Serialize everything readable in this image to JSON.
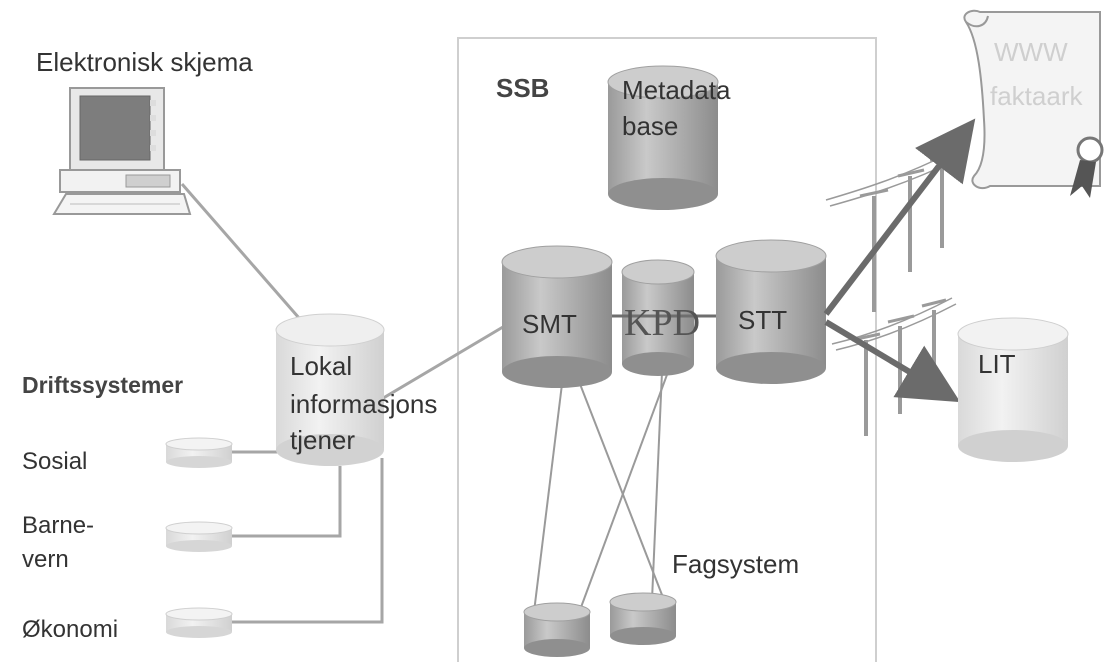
{
  "labels": {
    "elektronisk": "Elektronisk skjema",
    "ssb": "SSB",
    "metadata_line1": "Metadata",
    "metadata_line2": "base",
    "smt": "SMT",
    "kpd": "KPD",
    "stt": "STT",
    "www_line1": "WWW",
    "www_line2": "faktaark",
    "lit": "LIT",
    "driftssystemer": "Driftssystemer",
    "lokal_line1": "Lokal",
    "lokal_line2": "informasjons",
    "lokal_line3": "tjener",
    "sosial": "Sosial",
    "barnevern_line1": "Barne-",
    "barnevern_line2": "vern",
    "okonomi": "Økonomi",
    "fagsystem": "Fagsystem"
  },
  "colors": {
    "cylinder_fill": "#b3b3b3",
    "cylinder_dark": "#888888",
    "light_cylinder_fill": "#e4e4e4",
    "connector_line": "#a6a6a6",
    "arrow": "#6b6b6b",
    "ssb_box_border": "#cfcfcf"
  }
}
